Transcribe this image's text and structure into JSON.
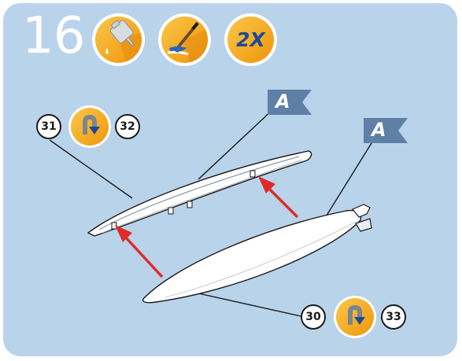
{
  "step": {
    "number": "16"
  },
  "badges": {
    "glue_icon": "glue-bottle-icon",
    "paint_icon": "paint-brush-icon",
    "quantity_label": "2X"
  },
  "flags": [
    {
      "letter": "A",
      "icon": "sprue-flag-icon"
    },
    {
      "letter": "A",
      "icon": "sprue-flag-icon"
    }
  ],
  "callouts": {
    "upper_left": "31",
    "upper_right": "32",
    "lower_left": "30",
    "lower_right": "33"
  },
  "rotate_icon": "rotate-arrow-icon",
  "colors": {
    "panel_background": "#b9d3ea",
    "badge_orange": "#f3a41c",
    "arrow_red": "#e02a2a",
    "flag_blue": "#5e7fa6",
    "quantity_blue": "#1b4b9a"
  }
}
